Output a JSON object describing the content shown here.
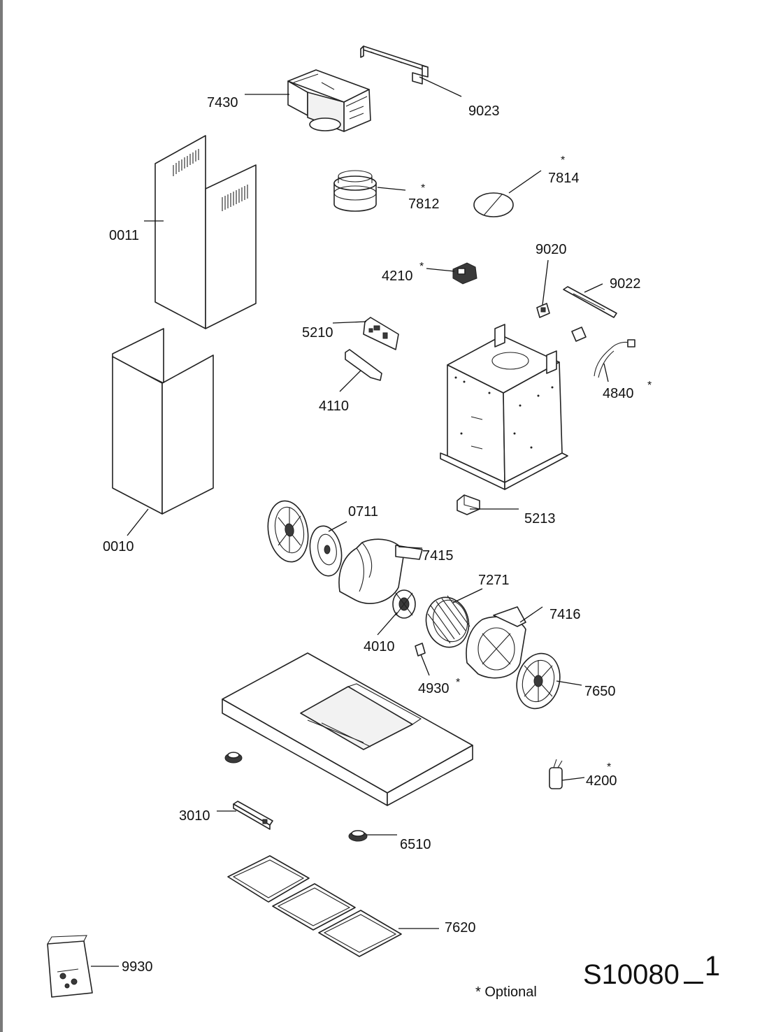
{
  "parts": {
    "p7430": "7430",
    "p9023": "9023",
    "p7814": "7814",
    "p7812": "7812",
    "p0011": "0011",
    "p9020": "9020",
    "p4210": "4210",
    "p9022": "9022",
    "p5210": "5210",
    "p4840": "4840",
    "p4110": "4110",
    "p0711": "0711",
    "p5213": "5213",
    "p0010": "0010",
    "p7415": "7415",
    "p7271": "7271",
    "p7416": "7416",
    "p4010": "4010",
    "p4930": "4930",
    "p7650": "7650",
    "p4200": "4200",
    "p3010": "3010",
    "p6510": "6510",
    "p7620": "7620",
    "p9930": "9930"
  },
  "optional_marker": "*",
  "diagram_code": "S10080",
  "diagram_code_suffix": "1",
  "legend_note": "* Optional"
}
